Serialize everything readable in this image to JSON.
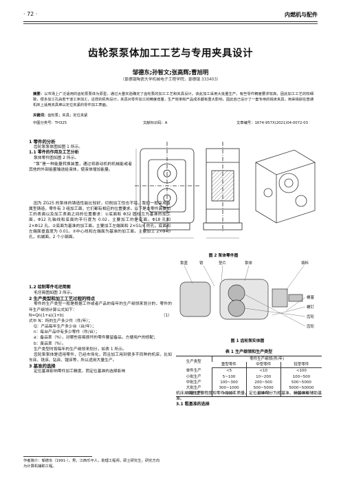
{
  "header": {
    "page_no": "· 72 ·",
    "journal": "内燃机与配件"
  },
  "title": "齿轮泵泵体加工工艺与专用夹具设计",
  "authors": "邹德东;孙智文;张高辉;曹旭明",
  "affiliation": "（景德镇陶瓷大学机械电子工程学院，景德镇 333403）",
  "abstract": {
    "label": "摘要：",
    "text": "以市场上广泛适用的齿轮泵泵体为原型，通过大量实验确定了齿轮泵的加工工艺和夹具设计。该此加工采用大批量生产，有些零件精度要求较高，因此加工工艺的较细致，很多加工孔由若干道工序加工，这样的机构设计，夹具对零件加工的精度增量，生产效率和产品成本都有重大影响，因此自己设计了一套专用的铣床夹具，用来铣削在普通机床上适用夹具难以定位夹紧的零件加工表面。"
  },
  "keywords": {
    "label": "关键词：",
    "text": "齿轮泵；夹具；定位夹紧"
  },
  "classification": {
    "clc": "中图分类号：TH325",
    "code": "文献标识码：A",
    "article_no": "文章编号：1674-957X(2021)04-0072-03"
  },
  "left_col": {
    "s1": "1  零件的分析",
    "s1_intro": "齿轮泵泵体图如图 1 所示。",
    "s11": "1.1  零件的作用及工艺分析",
    "s11_intro": "泵体零件图如图 2 所示。",
    "p1": "“泵”是一种能量转换装置，通过将原动机的机械能或者其他的外部能量输送给液体，使液体增加能量。",
    "p2": "因为 ZG25 的泵体的铸造性能比较好，切削加工性也不错，我们一般采用金属型铸造，零件有 3 组加工面，它们都有相应的位置要求。以下是本零件需要加工的表面以及加工表面之间的位置要求：①底面和 Φ32 圆柱互为基准的加工面，Φ12 孔轴线和底面的平行度为 0.02，主要加工的是底面，Φ18 孔和 2×Φ12 孔。②底面为基准的加工面，主要加工左端面和 2×G1/4 的孔，底面和左端面垂直度为 0.01。③中心线和左端面为基准的加工面，主要加工 2×Φ40 孔，右端面，2 个小钢面。",
    "s12": "1.2  绘制零件毛坯简图",
    "s12_text": "毛坯简图如图 3 所示。",
    "s2": "2  生产类型和加工工艺过程的特点",
    "p3": "零件的生产类型一般是根据工作或者产品的每年的生产纲领来划分的，零件的年生产纲领计算公式如下：",
    "formula": "N=Qn(1+a)(1+b)",
    "formula_no": "（1）",
    "var_n": "式中  N：所的生产多少件（件/年）；",
    "var_q": "Q：产品每年生产多少台（台/年）；",
    "var_n2": "n：每台产品中有多少零件（件/台）；",
    "var_a": "a：备品率（%），对哪些容易损坏的零件要留备品，方便用户的修配；",
    "var_b": "b：废品率（%）。",
    "p4": "生产类型时按每年的生产纲领来划分，如表 1 所示。",
    "p5": "齿轮泵泵体是适用零件，已经市场化，而且加工用到很多不同种的机床，比如车床、铣床、钻床、镗床等，所以适用大量生产。",
    "s3": "3  基准的选择",
    "p6": "定位基准影响零件加工精度。而定位基准的选择影响"
  },
  "figures": {
    "fig2_caption": "图 2  泵体零件图",
    "fig1_caption": "图 1  齿轮泵实体图",
    "callouts_top": [
      "泵盖",
      "销",
      "垫片",
      "泵体",
      "填料"
    ],
    "callouts_right": [
      "螺塞",
      "螺钉",
      "齿轮",
      "齿轮"
    ]
  },
  "table1": {
    "caption": "表 1  生产纲领和生产类型",
    "header": [
      "生产类型",
      "零件生产纲领(件/年)",
      "重型零件",
      "中型零件",
      "轻型零件"
    ],
    "types": [
      "单件生产",
      "小批生产",
      "中批生产",
      "大批生产",
      "大量生产"
    ],
    "heavy": [
      "<5",
      "5~100",
      "100~300",
      "300~1000",
      ">1000"
    ],
    "medium": [
      "<10",
      "10~200",
      "200~500",
      "500~5000",
      ">5000"
    ],
    "light": [
      "<100",
      "100~500",
      "500~5000",
      "5000~50000",
      ">50000"
    ]
  },
  "right_col": {
    "p1": "机床夹具的重要程度和零件的加工质量，定位基准可分为粗基准、精基准和辅助基准。",
    "s31": "3.1  粗基准的选择"
  },
  "footnote": "作者简介：邹德东（1991-），男，江西乐平人，助理工程师，硕士研究生，研究方向为计算机辅助工程。"
}
